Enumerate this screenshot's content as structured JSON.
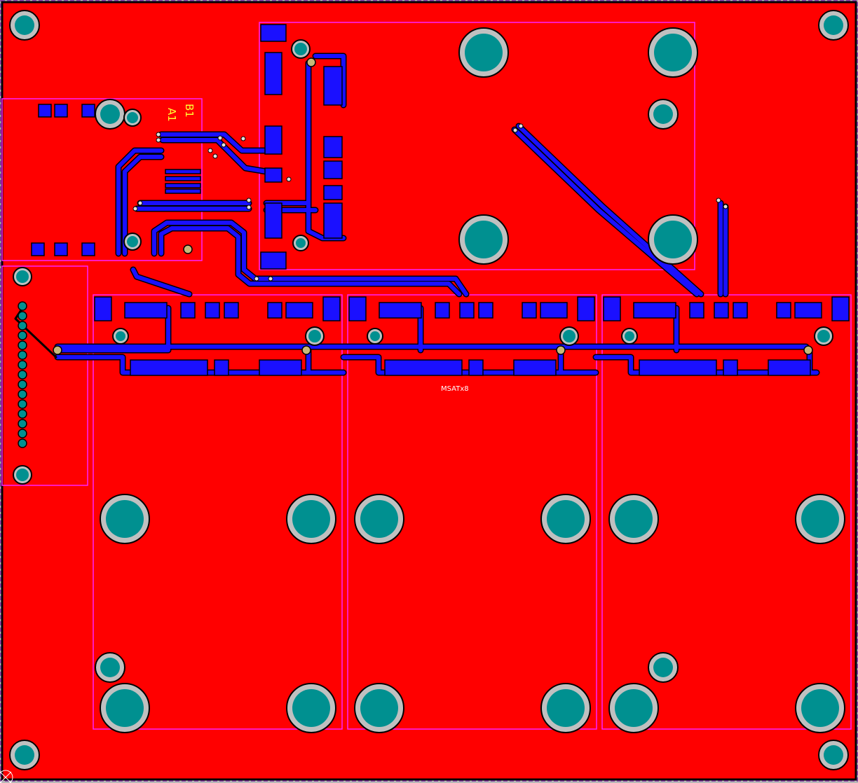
{
  "labels": {
    "silk_b1": "B1",
    "silk_a1": "A1",
    "board_ref": "MSATx8"
  },
  "colors": {
    "board": "#ff0000",
    "trace": "#1a10ff",
    "pad": "#009090",
    "pad_ring": "#c0c0c0",
    "outline": "#ff20ff",
    "silk": "#ffff33"
  }
}
